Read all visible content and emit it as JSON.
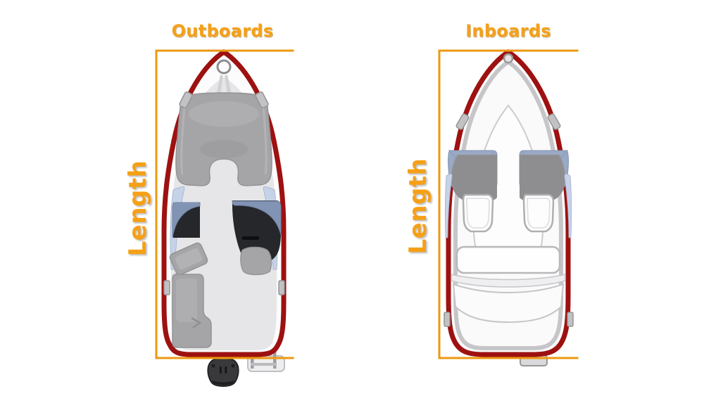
{
  "page": {
    "background": "#FFFFFF"
  },
  "colors": {
    "accent-orange": "#EC9811",
    "title-orange": "#F5A017",
    "hull-red": "#9D1110",
    "windshield-blue": "#8294B4",
    "panel-blue": "#9AA9C4",
    "light-blue": "#C6D2E8",
    "seat-gray": "#A5A5A8",
    "dark-console": "#25272A",
    "deck-gray": "#E6E6E8",
    "motor-dark": "#39393C"
  },
  "figures": [
    {
      "title": "Outboards",
      "length_label": "Length",
      "icon": "outboard-boat-top-view-icon"
    },
    {
      "title": "Inboards",
      "length_label": "Length",
      "icon": "inboard-boat-top-view-icon"
    }
  ]
}
